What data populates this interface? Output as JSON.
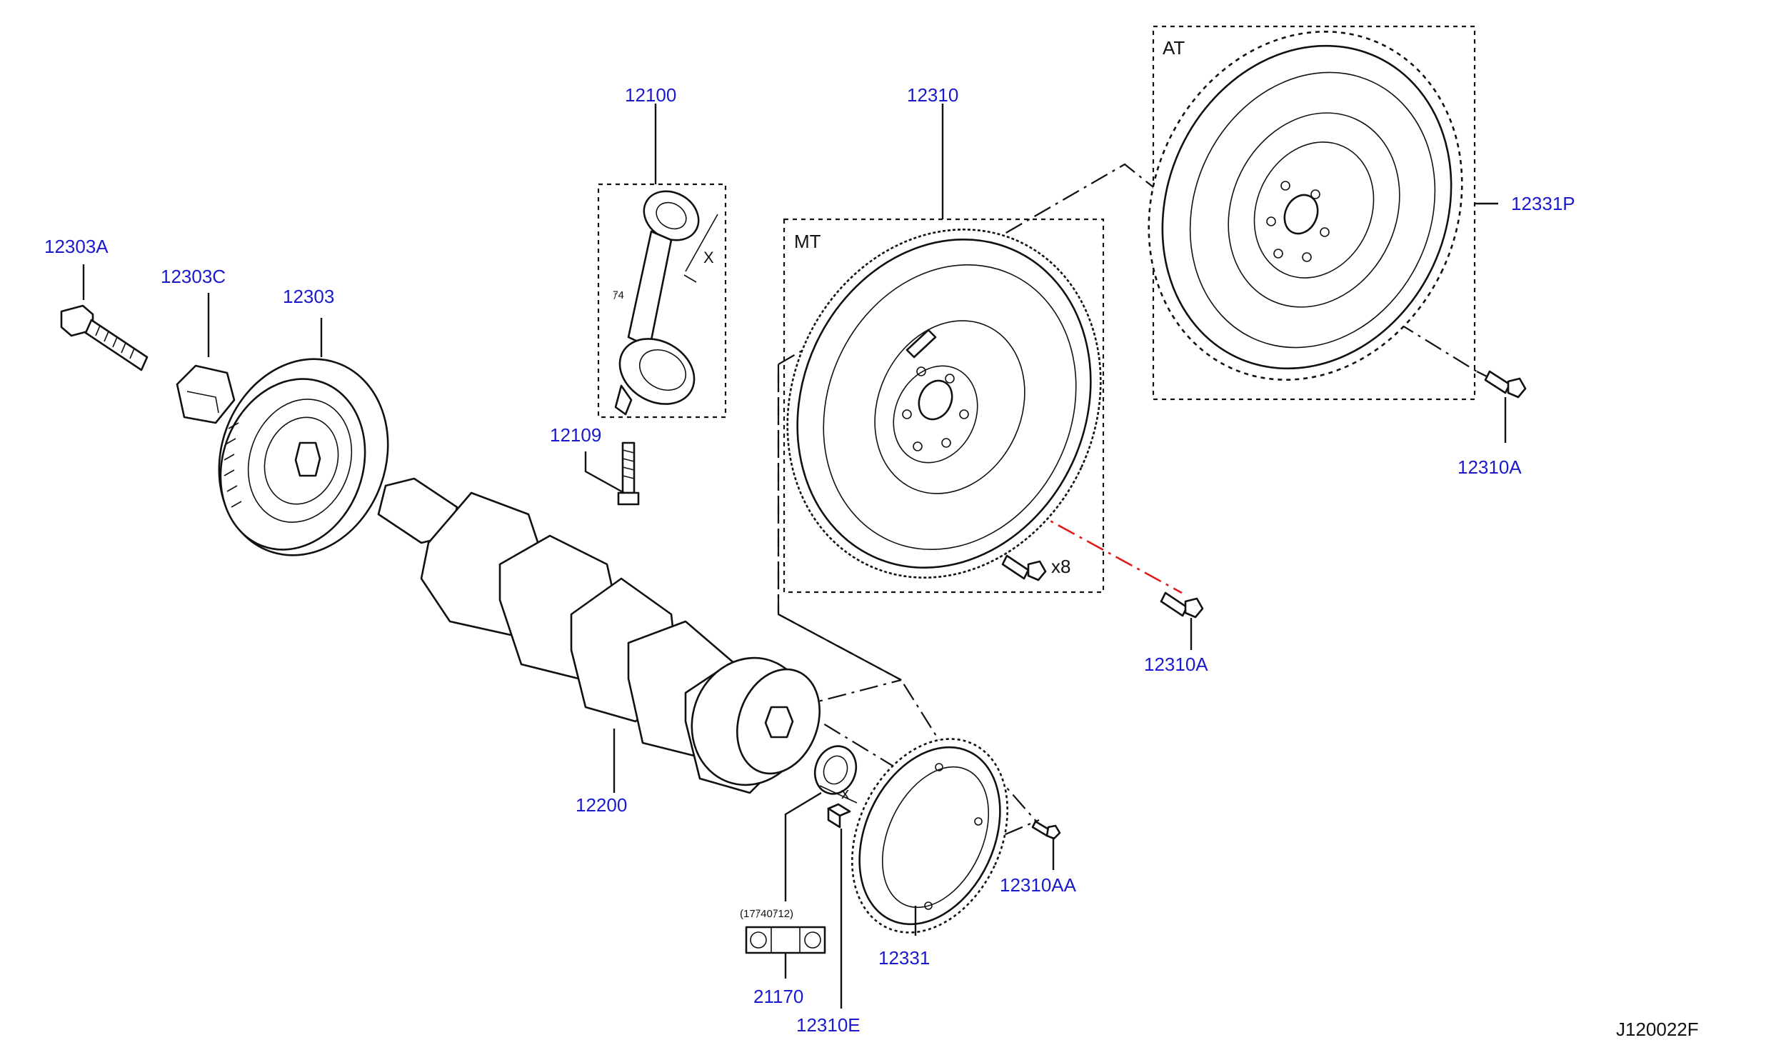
{
  "diagram_id": "J120022F",
  "boxes": {
    "mt": "MT",
    "at": "AT"
  },
  "annotations": {
    "x_mark_rod": "X",
    "x_mark_key": "x",
    "qty_bolts": "x8",
    "rod_note": "ｱ4",
    "bearing_note": "(17ｱ40ｱ12)"
  },
  "parts": [
    {
      "key": "12303A",
      "label": "12303A"
    },
    {
      "key": "12303C",
      "label": "12303C"
    },
    {
      "key": "12303",
      "label": "12303"
    },
    {
      "key": "12100",
      "label": "12100"
    },
    {
      "key": "12109",
      "label": "12109"
    },
    {
      "key": "12310",
      "label": "12310"
    },
    {
      "key": "12331P",
      "label": "12331P"
    },
    {
      "key": "12310A_top",
      "label": "12310A"
    },
    {
      "key": "12310A_mid",
      "label": "12310A"
    },
    {
      "key": "12200",
      "label": "12200"
    },
    {
      "key": "12310AA",
      "label": "12310AA"
    },
    {
      "key": "12331",
      "label": "12331"
    },
    {
      "key": "21170",
      "label": "21170"
    },
    {
      "key": "12310E",
      "label": "12310E"
    }
  ]
}
